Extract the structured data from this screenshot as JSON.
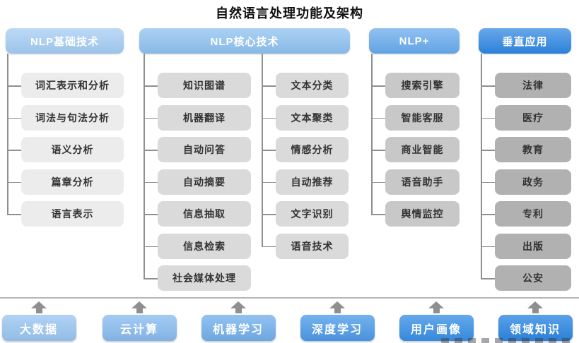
{
  "title": "自然语言处理功能及架构",
  "colors": {
    "connector": "#8f8f8f",
    "divider": "#b5b5b5",
    "node_text": "#333333",
    "header_text": "#ffffff"
  },
  "columns": [
    {
      "header": "NLP基础技术",
      "header_color": "#a3cbf3",
      "item_color": "#ececec",
      "lists": [
        [
          "词汇表示和分析",
          "词法与句法分析",
          "语义分析",
          "篇章分析",
          "语言表示"
        ]
      ]
    },
    {
      "header": "NLP核心技术",
      "header_color": "#8cc0f0",
      "item_color": "#dadada",
      "lists": [
        [
          "知识图谱",
          "机器翻译",
          "自动问答",
          "自动摘要",
          "信息抽取",
          "信息检索",
          "社会媒体处理"
        ],
        [
          "文本分类",
          "文本聚类",
          "情感分析",
          "自动推荐",
          "文字识别",
          "语音技术"
        ]
      ]
    },
    {
      "header": "NLP+",
      "header_color": "#66a9ec",
      "item_color": "#c8c8c8",
      "lists": [
        [
          "搜索引擎",
          "智能客服",
          "商业智能",
          "语音助手",
          "舆情监控"
        ]
      ]
    },
    {
      "header": "垂直应用",
      "header_color": "#2e86e2",
      "item_color": "#b1b1b1",
      "lists": [
        [
          "法律",
          "医疗",
          "教育",
          "政务",
          "专利",
          "出版",
          "公安"
        ]
      ]
    }
  ],
  "foundations": [
    {
      "label": "大数据",
      "color": "#9bc7f3"
    },
    {
      "label": "云计算",
      "color": "#8abdf1"
    },
    {
      "label": "机器学习",
      "color": "#74b1ee"
    },
    {
      "label": "深度学习",
      "color": "#4e9cea"
    },
    {
      "label": "用户画像",
      "color": "#3991e7"
    },
    {
      "label": "领域知识",
      "color": "#2d87e3"
    }
  ]
}
